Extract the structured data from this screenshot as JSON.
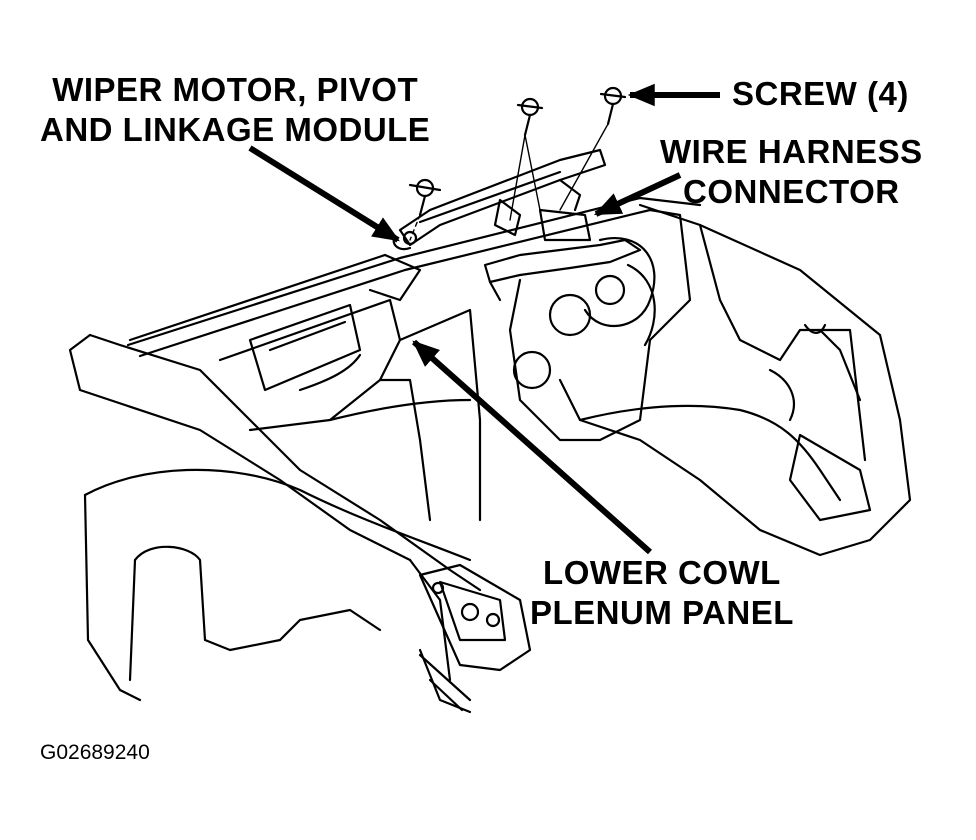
{
  "callouts": {
    "wiper_module": {
      "line1": "WIPER MOTOR, PIVOT",
      "line2": "AND LINKAGE MODULE"
    },
    "screw": {
      "text": "SCREW (4)"
    },
    "wire_harness": {
      "line1": "WIRE HARNESS",
      "line2": "CONNECTOR"
    },
    "lower_cowl": {
      "line1": "LOWER COWL",
      "line2": "PLENUM PANEL"
    }
  },
  "figure_id": "G02689240",
  "colors": {
    "ink": "#000000",
    "paper": "#ffffff"
  }
}
